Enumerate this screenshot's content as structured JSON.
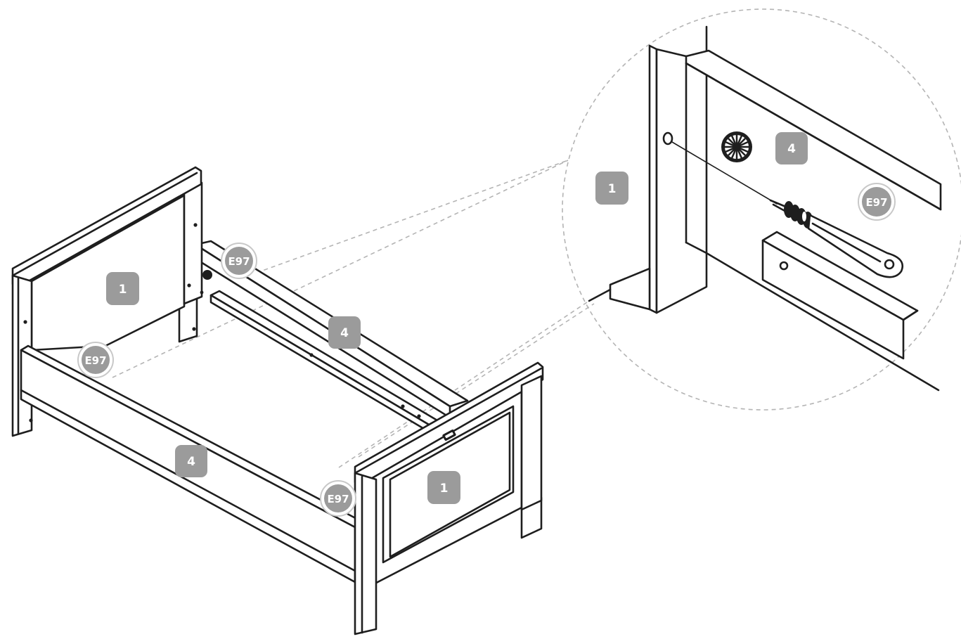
{
  "callouts": {
    "part_headboard": "1",
    "part_footboard": "1",
    "part_rail_back": "4",
    "part_rail_front": "4",
    "hw_back": "E97",
    "hw_left": "E97",
    "hw_front": "E97"
  },
  "detail": {
    "part_post": "1",
    "part_rail": "4",
    "hardware": "E97"
  },
  "colors": {
    "line": "#1e1e1e",
    "label_fill": "#9b9b9b",
    "label_text": "#ffffff",
    "guide": "#b4b4b4"
  }
}
